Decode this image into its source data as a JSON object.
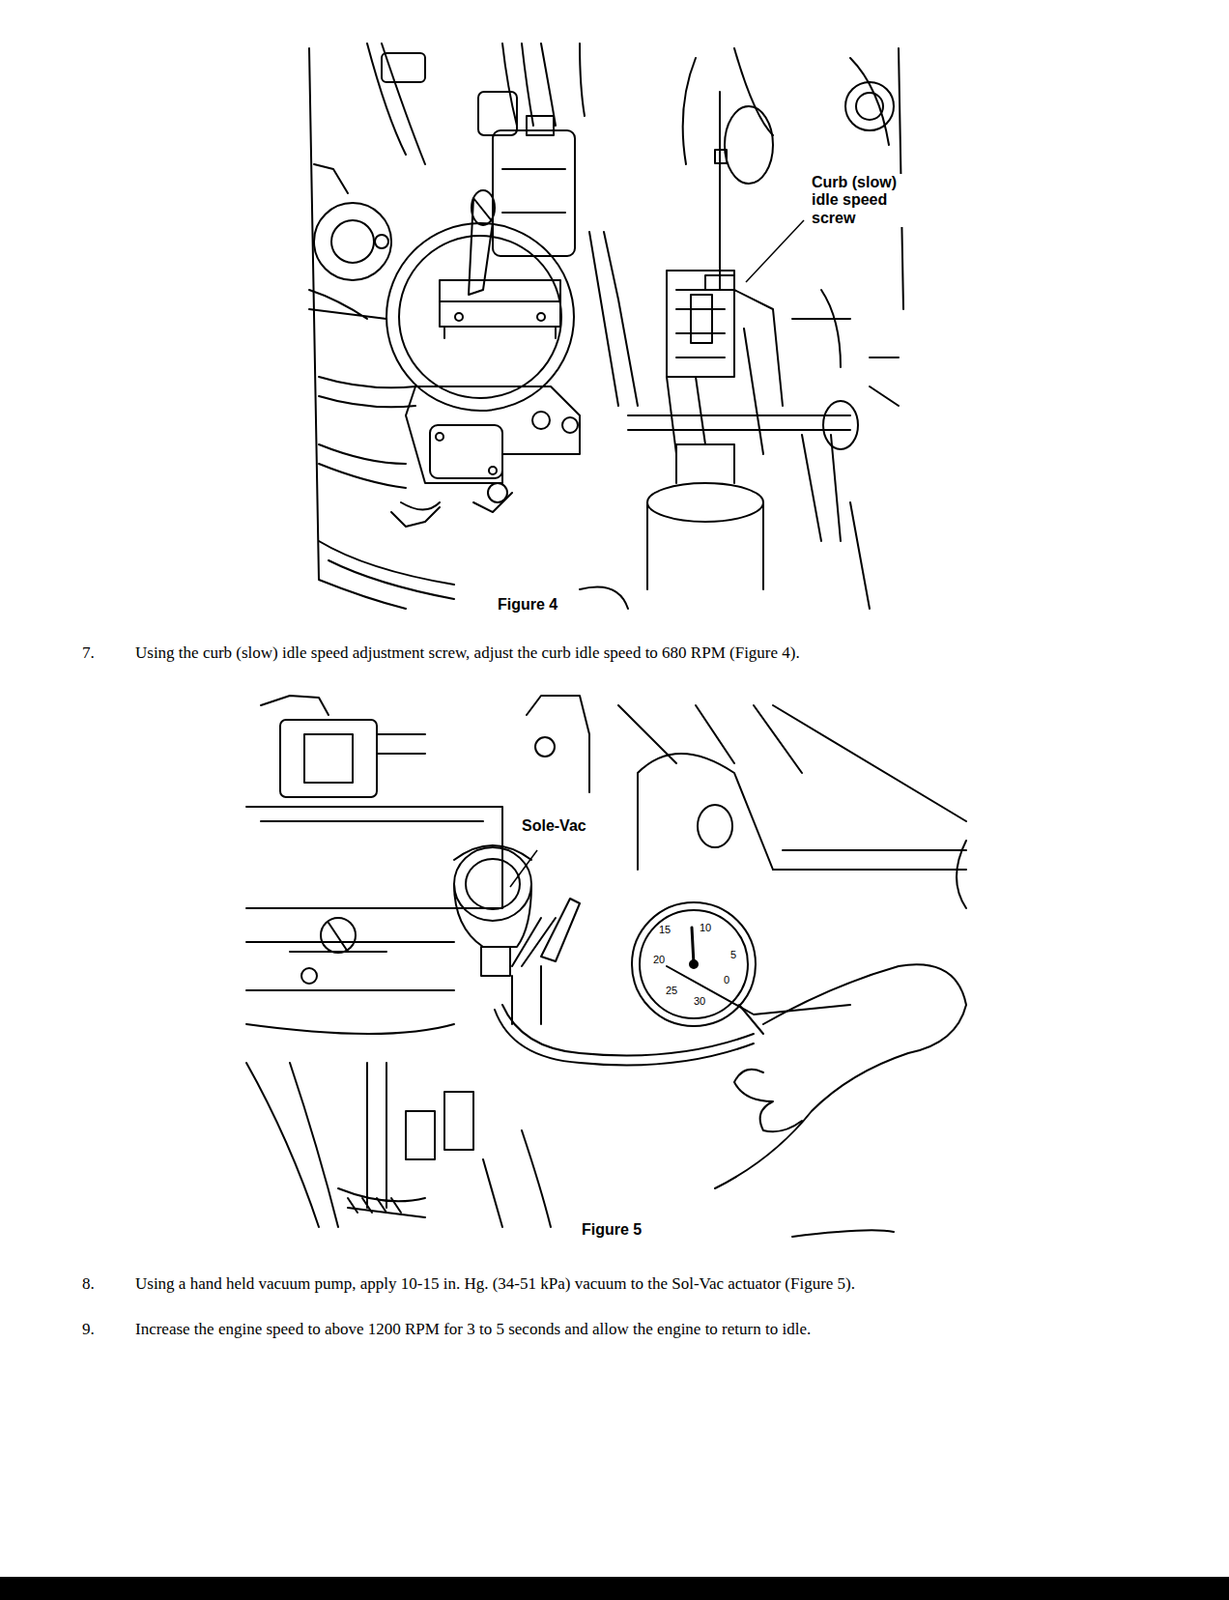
{
  "diagram": {
    "labels": [
      "Curb (slow) idle speed screw",
      "Figure 4",
      "7.",
      "Using the curb (slow) idle speed adjustment screw, adjust the curb idle speed to 680 RPM (Figure 4).",
      "Sole-Vac",
      "15",
      "10",
      "5",
      "0",
      "20",
      "25",
      "30",
      "Figure 5",
      "8.",
      "Using a hand held vacuum pump, apply 10-15 in. Hg. (34-51 kPa) vacuum to the Sol-Vac actuator (Figure 5).",
      "9.",
      "Increase the engine speed to above 1200 RPM for 3 to 5 seconds and allow the engine to return to idle."
    ]
  }
}
